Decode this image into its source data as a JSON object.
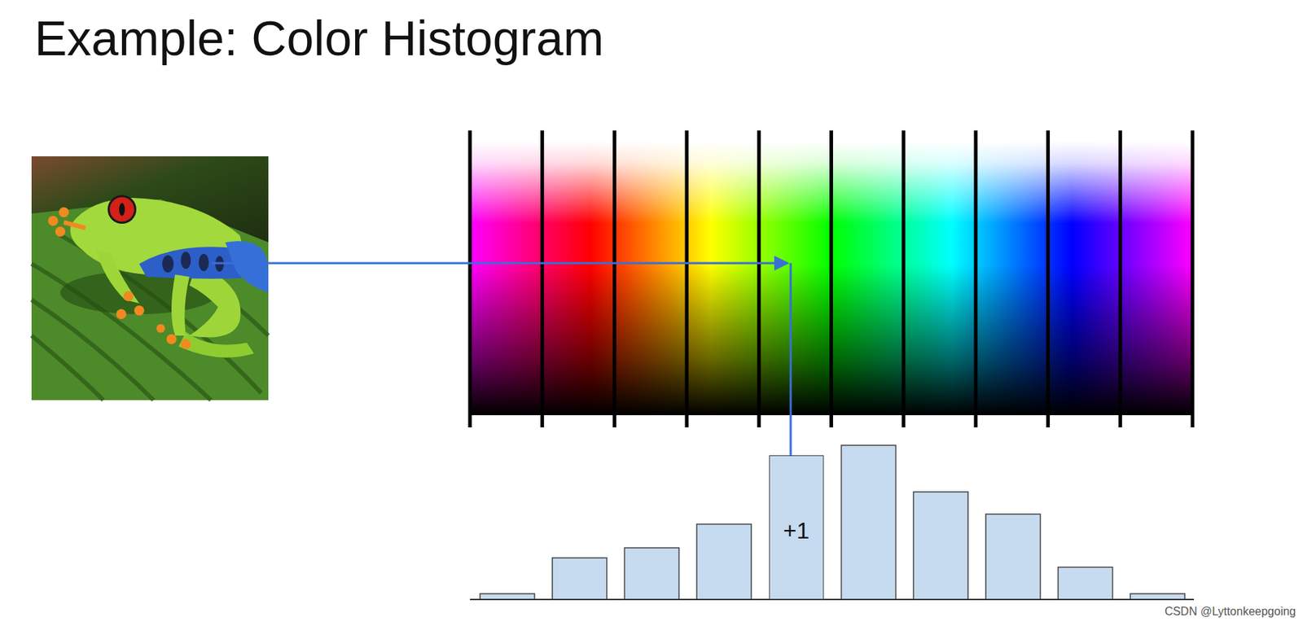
{
  "diagram": {
    "title": "Example: Color Histogram",
    "nodes": [
      {
        "text": [
          "+1"
        ]
      }
    ],
    "labels": [
      "CSDN @Lyttonkeepgoing"
    ]
  }
}
